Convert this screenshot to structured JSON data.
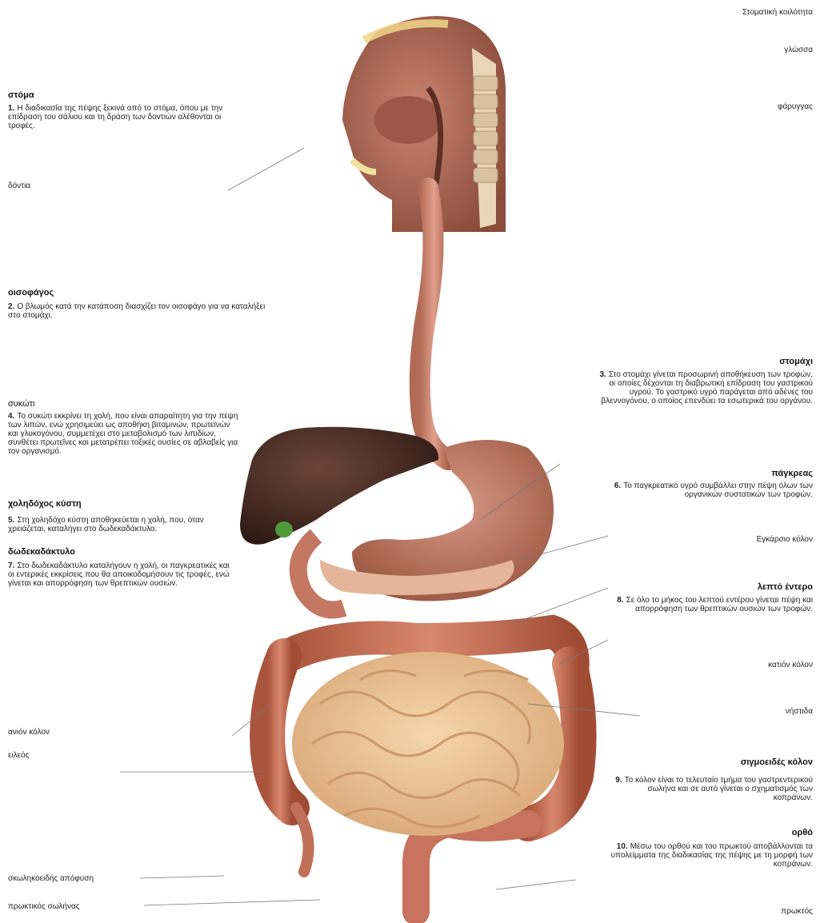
{
  "labels": {
    "stomatiki": "Στοματική κοιλότητα",
    "glossa": "γλώσσα",
    "farygas": "φάρυγγας",
    "dontia": "δόντια",
    "egkarsio": "Εγκάρσιο κόλον",
    "kationkolon": "κατιόν κόλον",
    "nistida": "νήστιδα",
    "anionkolon": "ανιόν κόλον",
    "eileos": "ειλεός",
    "skolikoeidis": "σκωληκοειδής απόφυση",
    "proktikos": "πρωκτικός σωλήνας",
    "proktos": "πρωκτός"
  },
  "sections": {
    "stoma": {
      "title": "στόμα",
      "num": "1.",
      "text": "Η διαδικασία της πέψης ξεκινά από το στόμα, όπου με την επίδραση του σάλιου και τη δράση των δοντιών αλέθονται οι τροφές."
    },
    "oisofagos": {
      "title": "οισοφάγος",
      "num": "2.",
      "text": "Ο βλωμός κατά την κατάποση διασχίζει τον οισοφάγο για να καταλήξει στο στομάχι."
    },
    "stomaxi": {
      "title": "στομάχι",
      "num": "3.",
      "text": "Στο στομάχι γίνεται προσωρινή αποθήκευση των τροφών, οι οποίες δέχονται τη διαβρωτική επίδραση του γαστρικού υγρού. Το γαστρικό υγρό παράγεται από αδένες του βλεννογόνου, ο οποίος επενδύει τα εσωτερικά του οργάνου."
    },
    "sykoti": {
      "title": "συκώτι",
      "num": "4.",
      "text": "Το συκώτι εκκρίνει τη χολή, που είναι απαραίτητη για την πέψη των λιπών, ενώ χρησιμεύει ως αποθήκη βιταμινών, πρωτεϊνών και γλυκογόνου, συμμετέχει στο μεταβολισμό των λιπιδίων, συνθέτει πρωτεΐνες και μετατρέπει τοξικές ουσίες σε αβλαβείς για τον οργανισμό."
    },
    "xolidoxos": {
      "title": "χοληδόχος κύστη",
      "num": "5.",
      "text": "Στη χοληδόχο κύστη αποθηκεύεται η χολή, που, όταν χρειάζεται, καταλήγει στο δωδεκαδάκτυλο."
    },
    "pagkreas": {
      "title": "πάγκρεας",
      "num": "6.",
      "text": "Το παγκρεατικό υγρό συμβάλλει στην πέψη όλων των οργανικών συστατικών των τροφών."
    },
    "dodekadaktylo": {
      "title": "δωδεκαδάκτυλο",
      "num": "7.",
      "text": "Στο δωδεκαδάκτυλο καταλήγουν η χολή, οι παγκρεατικές και οι εντερικές εκκρίσεις που θα αποικοδομήσουν τις τροφές, ενώ γίνεται και απορρόφηση των θρεπτικών ουσιών."
    },
    "lepto": {
      "title": "λεπτό έντερο",
      "num": "8.",
      "text": "Σε όλο το μήκος του λεπτού εντέρου γίνεται πέψη και απορρόφηση των θρεπτικών ουσιών των τροφών."
    },
    "sigmoeides": {
      "title": "σιγμοειδές κόλον",
      "num": "9.",
      "text": "Το κόλον είναι το τελευταίο τμήμα του γαστρεντερικού σωλήνα και σε αυτό γίνεται ο σχηματισμός των κοπράνων."
    },
    "orthos": {
      "title": "ορθό",
      "num": "10.",
      "text": "Μέσω του ορθού και του πρωκτού αποβάλλονται τα υπολείμματα της διαδικασίας της πέψης με τη μορφή των κοπράνων."
    }
  }
}
